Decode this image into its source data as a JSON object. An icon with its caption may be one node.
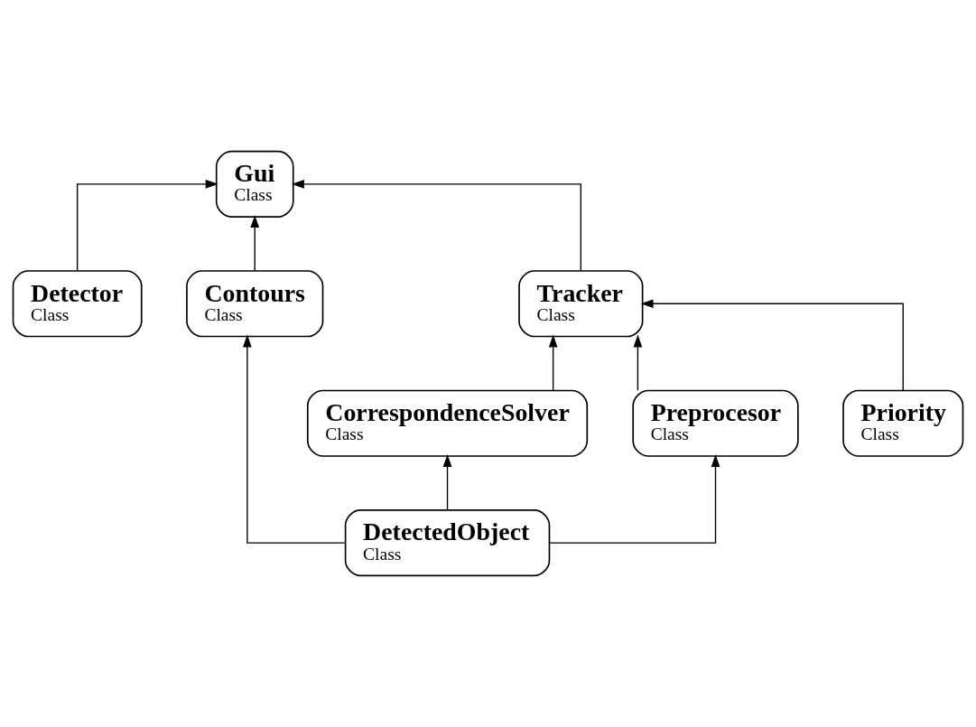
{
  "diagram": {
    "nodes": [
      {
        "text": [
          "Gui",
          "Class"
        ]
      },
      {
        "text": [
          "Detector",
          "Class"
        ]
      },
      {
        "text": [
          "Contours",
          "Class"
        ]
      },
      {
        "text": [
          "Tracker",
          "Class"
        ]
      },
      {
        "text": [
          "CorrespondenceSolver",
          "Class"
        ]
      },
      {
        "text": [
          "Preprocesor",
          "Class"
        ]
      },
      {
        "text": [
          "Priority",
          "Class"
        ]
      },
      {
        "text": [
          "DetectedObject",
          "Class"
        ]
      }
    ],
    "edges": [
      {
        "from": 1,
        "to": 0,
        "arrow": "to"
      },
      {
        "from": 2,
        "to": 0,
        "arrow": "to"
      },
      {
        "from": 3,
        "to": 0,
        "arrow": "to"
      },
      {
        "from": 4,
        "to": 3,
        "arrow": "to"
      },
      {
        "from": 5,
        "to": 3,
        "arrow": "to"
      },
      {
        "from": 6,
        "to": 3,
        "arrow": "to"
      },
      {
        "from": 7,
        "to": 2,
        "arrow": "to"
      },
      {
        "from": 7,
        "to": 4,
        "arrow": "to"
      },
      {
        "from": 7,
        "to": 5,
        "arrow": "to"
      }
    ]
  }
}
